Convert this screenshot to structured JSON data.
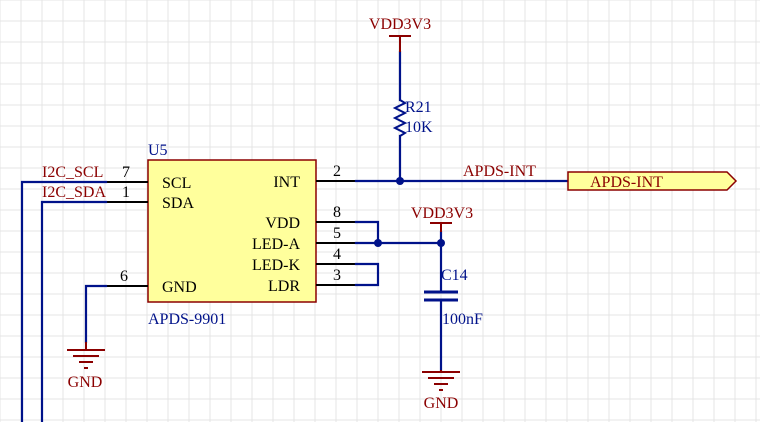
{
  "component": {
    "designator": "U5",
    "part": "APDS-9901",
    "pins": [
      {
        "num": "7",
        "name": "SCL"
      },
      {
        "num": "1",
        "name": "SDA"
      },
      {
        "num": "6",
        "name": "GND"
      },
      {
        "num": "2",
        "name": "INT"
      },
      {
        "num": "8",
        "name": "VDD"
      },
      {
        "num": "5",
        "name": "LED-A"
      },
      {
        "num": "4",
        "name": "LED-K"
      },
      {
        "num": "3",
        "name": "LDR"
      }
    ]
  },
  "resistor": {
    "designator": "R21",
    "value": "10K"
  },
  "capacitor": {
    "designator": "C14",
    "value": "100nF"
  },
  "power": {
    "top": "VDD3V3",
    "cap": "VDD3V3",
    "gnd_left": "GND",
    "gnd_cap": "GND"
  },
  "nets": {
    "scl": "I2C_SCL",
    "sda": "I2C_SDA",
    "int_label": "APDS-INT",
    "port": "APDS-INT"
  },
  "colors": {
    "wire": "#00128a",
    "power": "#8b0000",
    "body_fill": "#ffff9c",
    "grid": "#e4e4e4"
  }
}
